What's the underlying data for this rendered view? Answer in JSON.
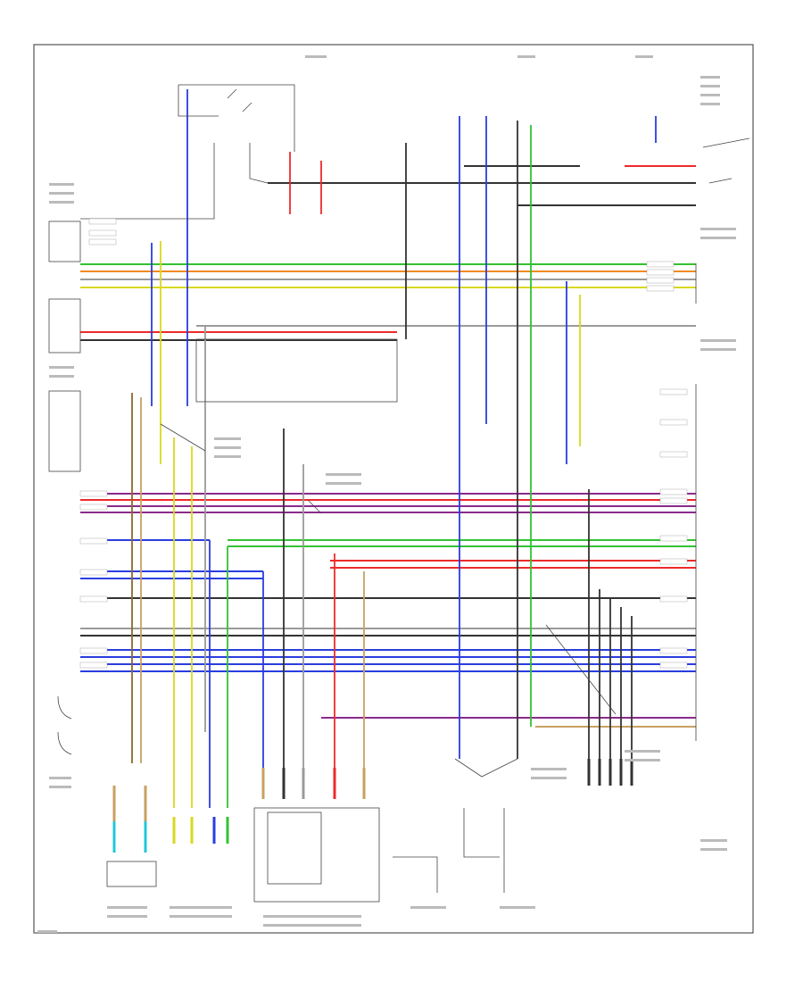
{
  "diagram": {
    "blocks": [
      {
        "id": "a-left-top",
        "text": ""
      },
      {
        "id": "b-left-mid",
        "text": ""
      },
      {
        "id": "c-center",
        "text": ""
      },
      {
        "id": "d-right",
        "text": ""
      },
      {
        "id": "e-bottom-left",
        "text": ""
      },
      {
        "id": "f-bottom-center",
        "text": ""
      },
      {
        "id": "g-bottom-right",
        "text": ""
      }
    ],
    "footer_code": "",
    "colors": {
      "frame": "#444444",
      "wire_black": "#333333",
      "wire_gray": "#9a9a9a",
      "wire_blue": "#2a3de0",
      "wire_green": "#33c233",
      "wire_yellow": "#d8d820",
      "wire_red": "#ee2a2a",
      "wire_orange": "#f08a20",
      "wire_purple": "#8a2a8a",
      "wire_pink": "#ee77cc",
      "wire_brown": "#8a6a2a",
      "wire_tan": "#c8a060",
      "wire_cyan": "#20c8d8"
    }
  }
}
